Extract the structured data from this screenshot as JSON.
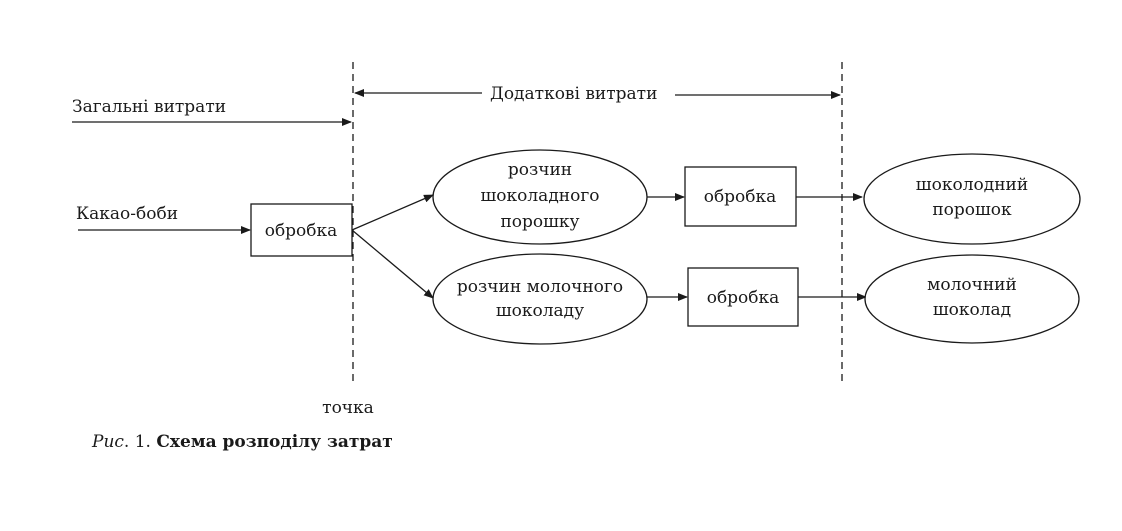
{
  "diagram": {
    "labels": {
      "total_costs": "Загальні витрати",
      "additional_costs": "Додаткові витрати",
      "cocoa_beans": "Какао-боби",
      "point": "точка"
    },
    "nodes": {
      "process_main": "обробка",
      "solution_powder": [
        "розчин",
        "шоколадного",
        "порошку"
      ],
      "solution_milk": [
        "розчин молочного",
        "шоколаду"
      ],
      "process_powder": "обробка",
      "process_milk": "обробка",
      "product_powder": [
        "шоколодний",
        "порошок"
      ],
      "product_milk": [
        "молочний",
        "шоколад"
      ]
    }
  },
  "caption": {
    "prefix": "Рис",
    "number": ". 1. ",
    "title": "Схема розподілу затрат"
  }
}
